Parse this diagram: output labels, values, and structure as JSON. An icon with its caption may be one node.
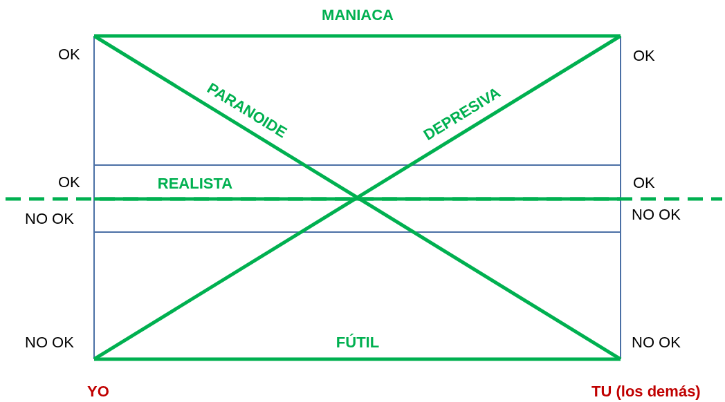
{
  "diagram": {
    "labels": [
      "MANIACA",
      "OK",
      "OK",
      "PARANOIDE",
      "DEPRESIVA",
      "OK",
      "REALISTA",
      "OK",
      "NO OK",
      "NO OK",
      "NO OK",
      "FÚTIL",
      "NO OK",
      "YO",
      "TU (los demás)"
    ]
  }
}
